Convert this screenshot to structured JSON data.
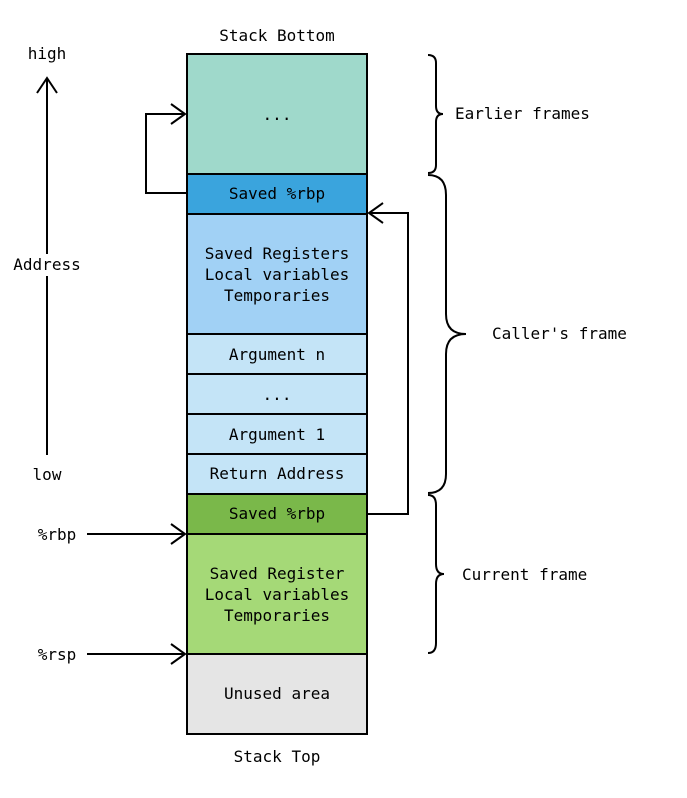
{
  "stack": {
    "bottom_label": "Stack Bottom",
    "top_label": "Stack Top",
    "cells": [
      {
        "lines": [
          "..."
        ],
        "color": "#9fd9cb"
      },
      {
        "lines": [
          "Saved %rbp"
        ],
        "color": "#3aa4dd"
      },
      {
        "lines": [
          "Saved Registers",
          "Local variables",
          "Temporaries"
        ],
        "color": "#a1d1f5"
      },
      {
        "lines": [
          "Argument n"
        ],
        "color": "#c4e4f7"
      },
      {
        "lines": [
          "..."
        ],
        "color": "#c4e4f7"
      },
      {
        "lines": [
          "Argument 1"
        ],
        "color": "#c4e4f7"
      },
      {
        "lines": [
          "Return Address"
        ],
        "color": "#c4e4f7"
      },
      {
        "lines": [
          "Saved %rbp"
        ],
        "color": "#7ab84a"
      },
      {
        "lines": [
          "Saved Register",
          "Local variables",
          "Temporaries"
        ],
        "color": "#a5d977"
      },
      {
        "lines": [
          "Unused area"
        ],
        "color": "#e5e5e5"
      }
    ]
  },
  "address_axis": {
    "high": "high",
    "label": "Address",
    "low": "low"
  },
  "pointers": {
    "rbp": "%rbp",
    "rsp": "%rsp"
  },
  "frames": {
    "earlier": "Earlier frames",
    "caller": "Caller's frame",
    "current": "Current frame"
  }
}
